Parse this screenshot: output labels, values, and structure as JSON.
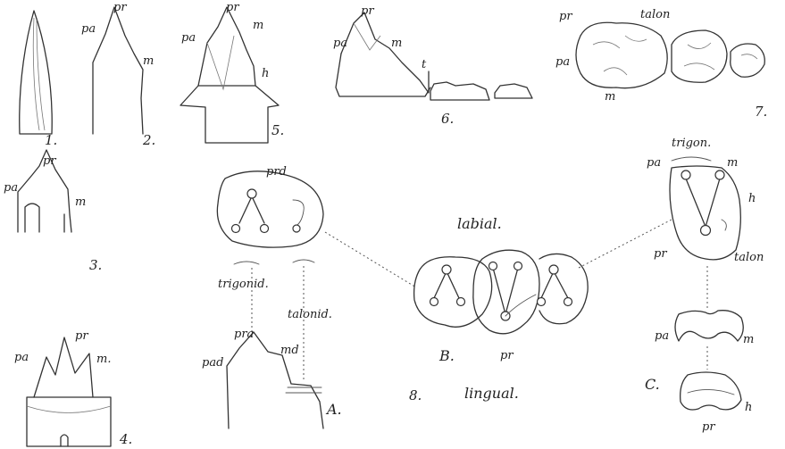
{
  "figures": {
    "fig1": {
      "number": "1."
    },
    "fig2": {
      "number": "2.",
      "labels": {
        "pa": "pa",
        "pr": "pr",
        "m": "m"
      }
    },
    "fig3": {
      "number": "3.",
      "labels": {
        "pa": "pa",
        "pr": "pr",
        "m": "m"
      }
    },
    "fig4": {
      "number": "4.",
      "labels": {
        "pa": "pa",
        "pr": "pr",
        "m": "m."
      }
    },
    "fig5": {
      "number": "5.",
      "labels": {
        "pa": "pa",
        "pr": "pr",
        "m": "m",
        "h": "h"
      }
    },
    "fig6": {
      "number": "6.",
      "labels": {
        "pa": "pa",
        "pr": "pr",
        "m": "m",
        "t": "t"
      }
    },
    "fig7": {
      "number": "7.",
      "labels": {
        "pr": "pr",
        "talon": "talon",
        "pa": "pa",
        "m": "m"
      }
    },
    "fig8": {
      "number": "8.",
      "orientation": {
        "labial": "labial.",
        "lingual": "lingual."
      },
      "A": {
        "letter": "A.",
        "prd": "prd",
        "trigonid": "trigonid.",
        "talonid": "talonid.",
        "pra": "pra",
        "pad": "pad",
        "md": "md"
      },
      "B": {
        "letter": "B.",
        "pr": "pr"
      },
      "C": {
        "letter": "C.",
        "trigon": "trigon.",
        "m_top": "m",
        "pa_top": "pa",
        "h_top": "h",
        "pr_top": "pr",
        "talon": "talon",
        "pa_side": "pa",
        "m_side": "m",
        "h_side": "h",
        "pr_side": "pr"
      }
    }
  }
}
